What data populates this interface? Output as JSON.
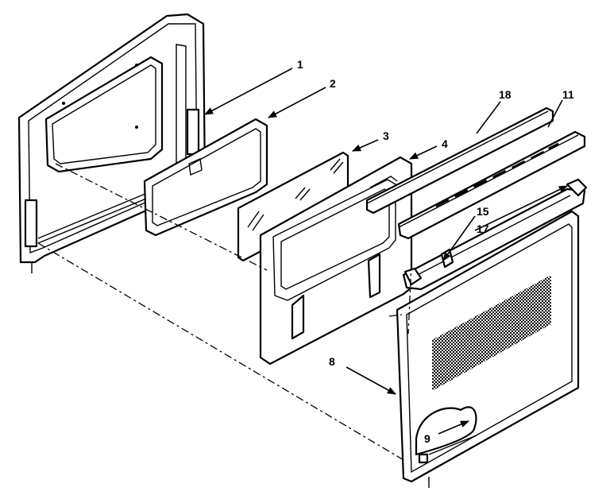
{
  "callouts": {
    "p1": "1",
    "p2": "2",
    "p3": "3",
    "p4": "4",
    "p8": "8",
    "p9": "9",
    "p11": "11",
    "p15": "15",
    "p17": "17",
    "p18": "18"
  },
  "colors": {
    "ink": "#000000",
    "paper": "#ffffff"
  }
}
